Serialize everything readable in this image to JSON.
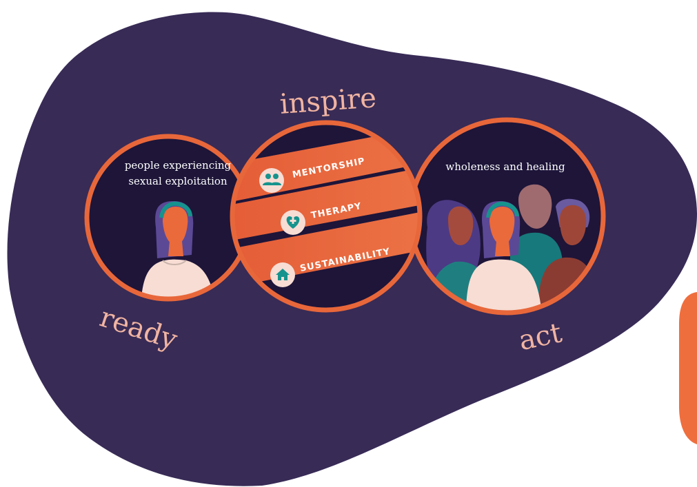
{
  "words": {
    "inspire": "inspire",
    "ready": "ready",
    "act": "act"
  },
  "circles": {
    "left_caption_line1": "people experiencing",
    "left_caption_line2": "sexual exploitation",
    "right_caption": "wholeness and healing"
  },
  "bands": [
    {
      "label": "MENTORSHIP",
      "icon": "people-icon"
    },
    {
      "label": "THERAPY",
      "icon": "heart-plus-icon"
    },
    {
      "label": "SUSTAINABILITY",
      "icon": "house-icon"
    }
  ],
  "colors": {
    "blob": "#382b56",
    "circle_bg": "#1e1539",
    "ring": "#e8673a",
    "word": "#f0b4a2",
    "teal": "#16938d",
    "side_tab": "#ef6e3e"
  }
}
